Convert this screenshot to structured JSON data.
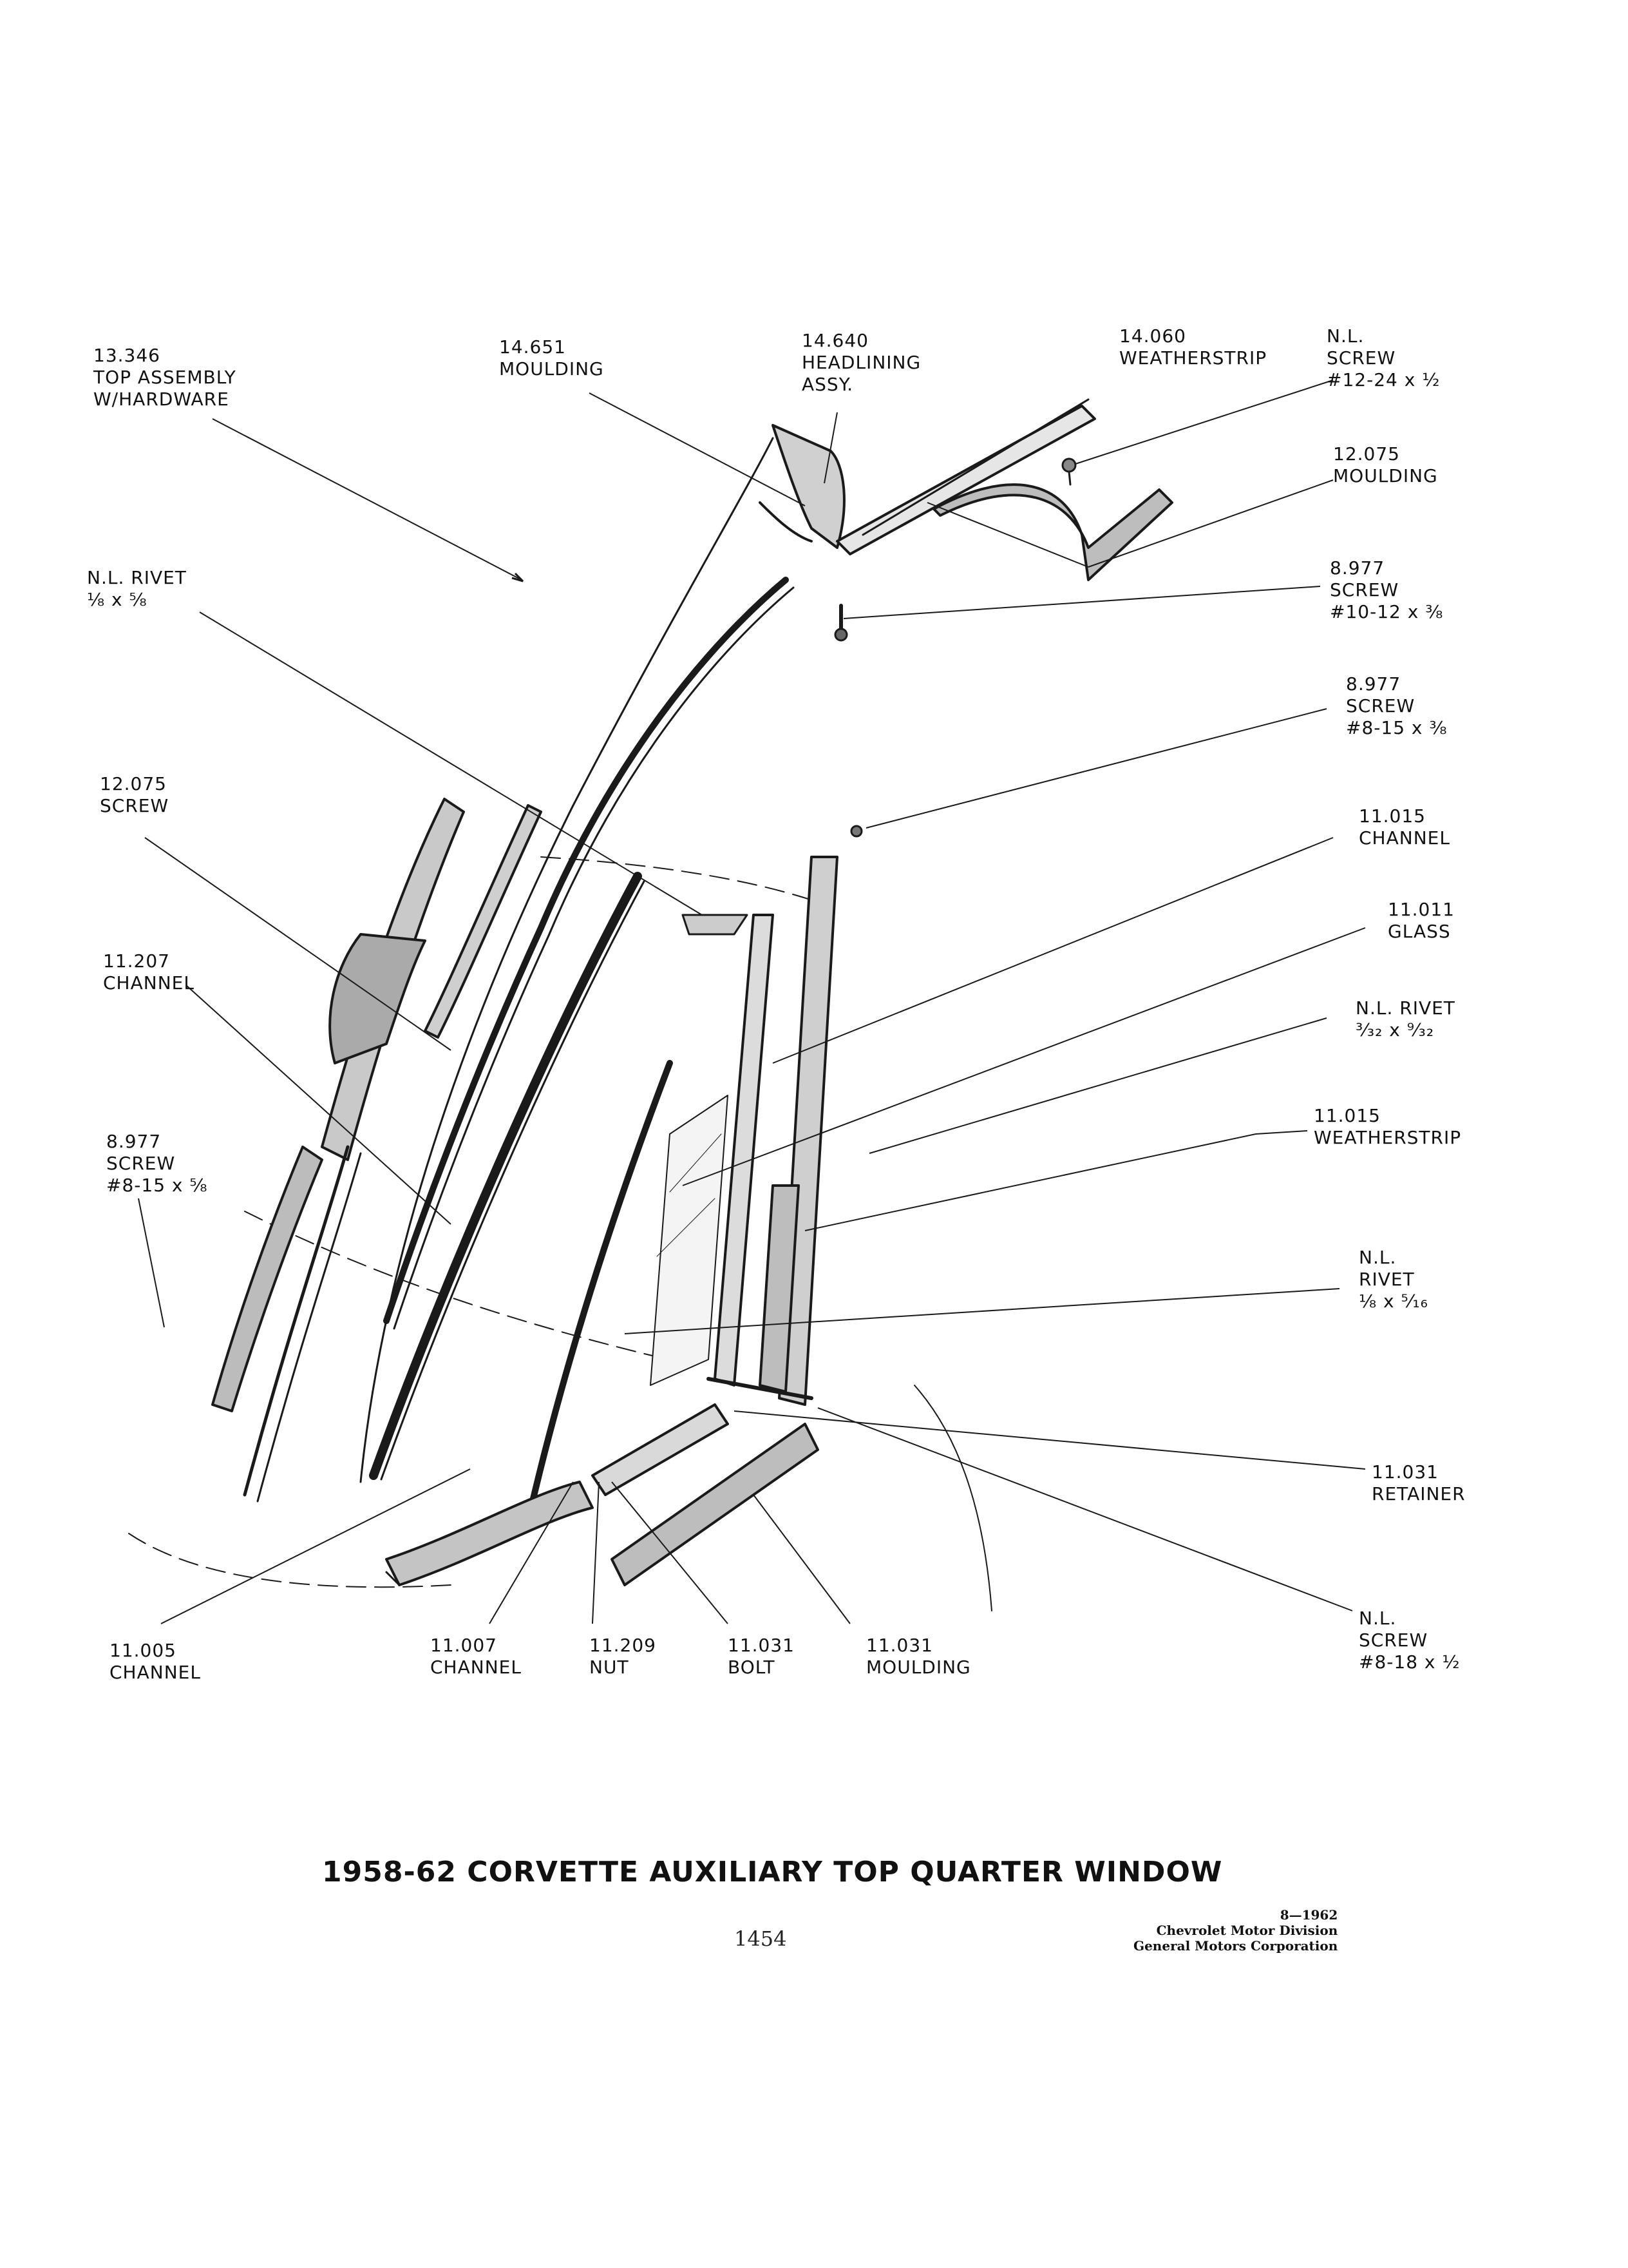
{
  "title": "1958-62 CORVETTE AUXILIARY TOP QUARTER WINDOW",
  "page_number": "1454",
  "credit": {
    "code": "8—1962",
    "line1": "Chevrolet Motor Division",
    "line2": "General Motors Corporation"
  },
  "callouts": {
    "top_assembly": {
      "number": "13.346",
      "name": "TOP ASSEMBLY",
      "extra": "W/HARDWARE"
    },
    "moulding_14651": {
      "number": "14.651",
      "name": "MOULDING"
    },
    "headlining": {
      "number": "14.640",
      "name": "HEADLINING",
      "extra": "ASSY."
    },
    "weatherstrip_14060": {
      "number": "14.060",
      "name": "WEATHERSTRIP"
    },
    "screw_nl_top": {
      "number": "N.L.",
      "name": "SCREW",
      "size": "#12-24 x ½"
    },
    "moulding_12075": {
      "number": "12.075",
      "name": "MOULDING"
    },
    "screw_8977_a": {
      "number": "8.977",
      "name": "SCREW",
      "size": "#10-12 x ⅜"
    },
    "screw_8977_b": {
      "number": "8.977",
      "name": "SCREW",
      "size": "#8-15 x ⅜"
    },
    "channel_11015": {
      "number": "11.015",
      "name": "CHANNEL"
    },
    "glass_11011": {
      "number": "11.011",
      "name": "GLASS"
    },
    "rivet_nl_right": {
      "number": "N.L. RIVET",
      "size": "³⁄₃₂ x ⁹⁄₃₂"
    },
    "weatherstrip_11015": {
      "number": "11.015",
      "name": "WEATHERSTRIP"
    },
    "rivet_nl_lower": {
      "number": "N.L.",
      "name": "RIVET",
      "size": "⅛ x ⁵⁄₁₆"
    },
    "retainer_11031": {
      "number": "11.031",
      "name": "RETAINER"
    },
    "screw_nl_bottom": {
      "number": "N.L.",
      "name": "SCREW",
      "size": "#8-18 x ½"
    },
    "rivet_nl_left": {
      "number": "N.L. RIVET",
      "size": "⅛ x ⅝"
    },
    "screw_12075": {
      "number": "12.075",
      "name": "SCREW"
    },
    "channel_11207": {
      "number": "11.207",
      "name": "CHANNEL"
    },
    "screw_8977_left": {
      "number": "8.977",
      "name": "SCREW",
      "size": "#8-15 x ⅝"
    },
    "channel_11005": {
      "number": "11.005",
      "name": "CHANNEL"
    },
    "channel_11007": {
      "number": "11.007",
      "name": "CHANNEL"
    },
    "nut_11209": {
      "number": "11.209",
      "name": "NUT"
    },
    "bolt_11031": {
      "number": "11.031",
      "name": "BOLT"
    },
    "moulding_11031": {
      "number": "11.031",
      "name": "MOULDING"
    }
  }
}
